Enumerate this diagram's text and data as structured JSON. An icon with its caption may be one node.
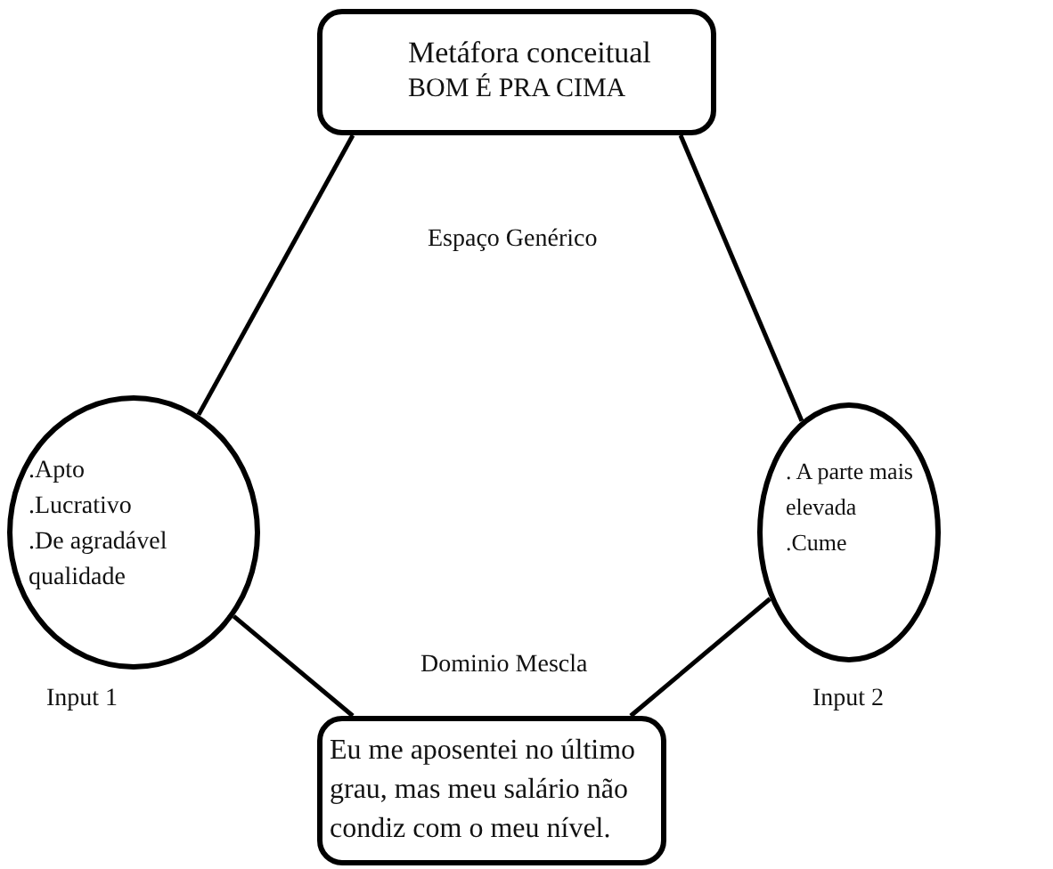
{
  "diagram": {
    "nodes": [
      {
        "text": [
          "Metáfora conceitual",
          "BOM É PRA CIMA"
        ]
      },
      {
        "text": [
          ".Apto",
          ".Lucrativo",
          ".De agradável qualidade"
        ]
      },
      {
        "text": [
          ". A parte mais elevada",
          ".Cume"
        ]
      },
      {
        "text": [
          "Eu me aposentei no último grau, mas meu salário não condiz com o meu nível."
        ]
      }
    ],
    "edges": [
      {
        "from": 0,
        "to": 1,
        "arrow": "none"
      },
      {
        "from": 0,
        "to": 2,
        "arrow": "none"
      },
      {
        "from": 1,
        "to": 3,
        "arrow": "none"
      },
      {
        "from": 2,
        "to": 3,
        "arrow": "none"
      }
    ],
    "labels": [
      "Espaço Genérico",
      "Dominio Mescla",
      "Input 1",
      "Input 2"
    ]
  }
}
